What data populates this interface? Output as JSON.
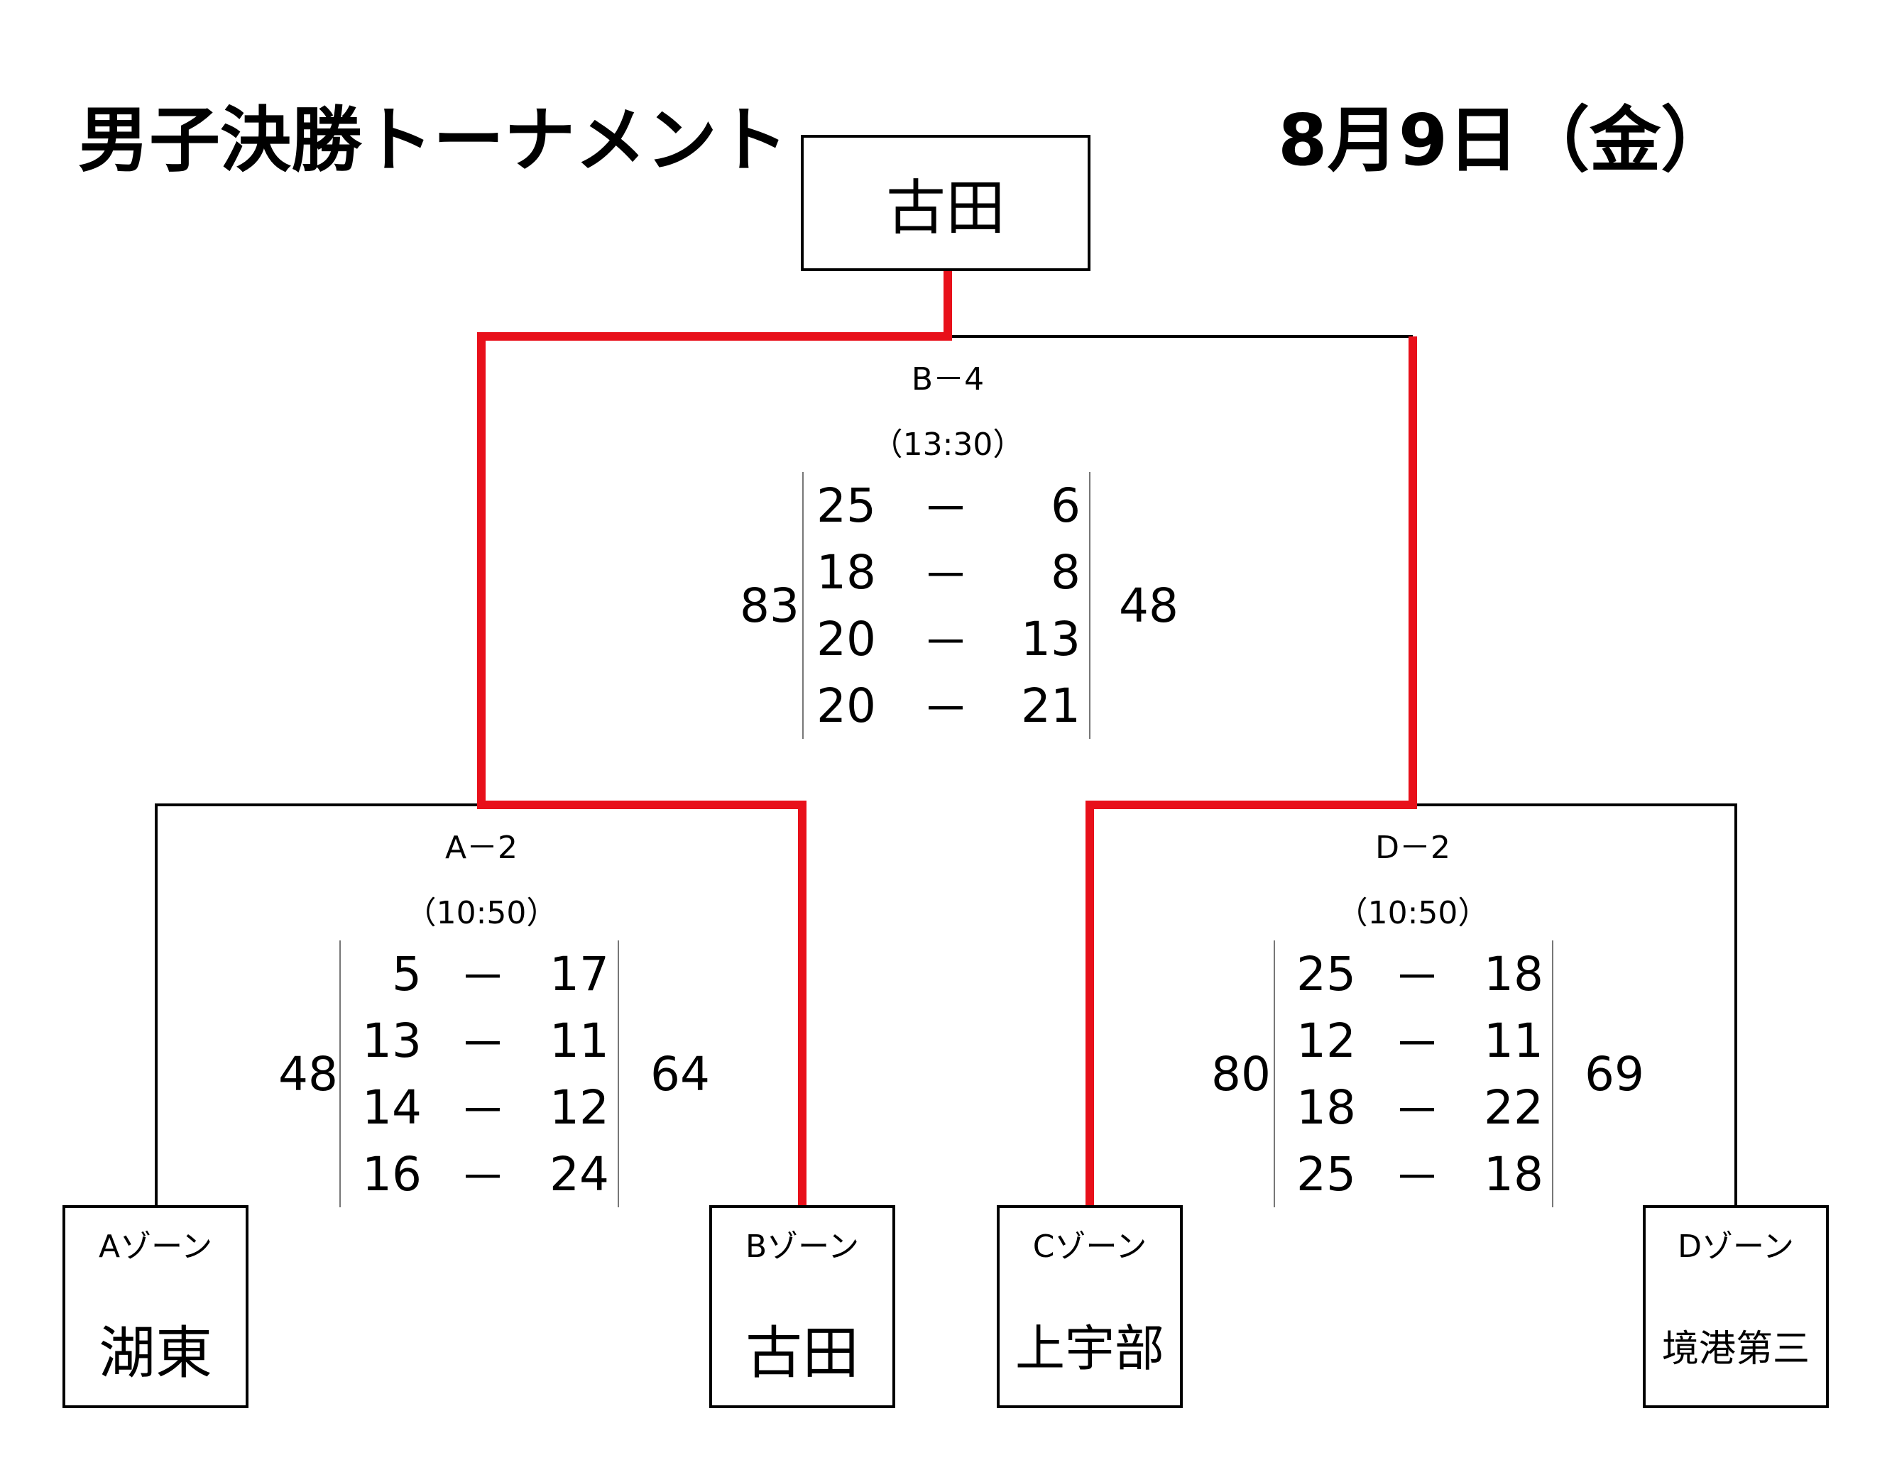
{
  "title": "男子決勝トーナメント",
  "date": "8月9日（金）",
  "champion": "古田",
  "colors": {
    "winner_line": "#e8101a",
    "line": "#000000"
  },
  "teams": [
    {
      "zone": "Aゾーン",
      "name": "湖東"
    },
    {
      "zone": "Bゾーン",
      "name": "古田"
    },
    {
      "zone": "Cゾーン",
      "name": "上宇部"
    },
    {
      "zone": "Dゾーン",
      "name": "境港第三"
    }
  ],
  "matches": {
    "final": {
      "code": "B－4",
      "time": "（13:30）",
      "total_left": "83",
      "total_right": "48",
      "sets": [
        {
          "left": "25",
          "dash": "－",
          "right": "6"
        },
        {
          "left": "18",
          "dash": "－",
          "right": "8"
        },
        {
          "left": "20",
          "dash": "－",
          "right": "13"
        },
        {
          "left": "20",
          "dash": "－",
          "right": "21"
        }
      ]
    },
    "semi_left": {
      "code": "A－2",
      "time": "（10:50）",
      "total_left": "48",
      "total_right": "64",
      "sets": [
        {
          "left": "5",
          "dash": "－",
          "right": "17"
        },
        {
          "left": "13",
          "dash": "－",
          "right": "11"
        },
        {
          "left": "14",
          "dash": "－",
          "right": "12"
        },
        {
          "left": "16",
          "dash": "－",
          "right": "24"
        }
      ]
    },
    "semi_right": {
      "code": "D－2",
      "time": "（10:50）",
      "total_left": "80",
      "total_right": "69",
      "sets": [
        {
          "left": "25",
          "dash": "－",
          "right": "18"
        },
        {
          "left": "12",
          "dash": "－",
          "right": "11"
        },
        {
          "left": "18",
          "dash": "－",
          "right": "22"
        },
        {
          "left": "25",
          "dash": "－",
          "right": "18"
        }
      ]
    }
  }
}
